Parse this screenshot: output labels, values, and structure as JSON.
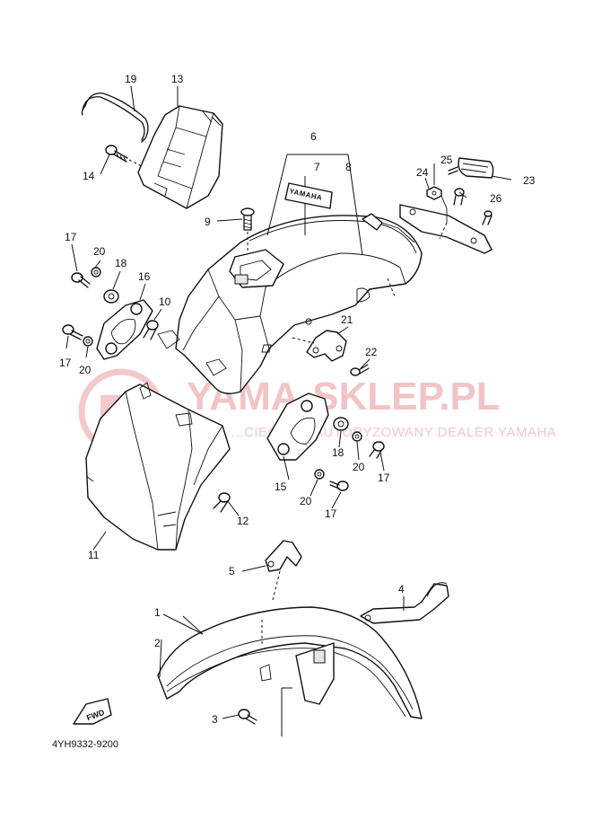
{
  "diagram": {
    "diagram_code": "4YH9332-9200",
    "fwd_label": "FWD",
    "emblem_text": "YAMAHA",
    "watermark": {
      "brand": "YAMA-SKLEP.PL",
      "subtitle": "AUTORYZOWANY DEALER YAMAHA",
      "subtitle_prefix": "...CIECH...",
      "color": "#f2c4c6"
    },
    "callouts": {
      "c1": "1",
      "c2": "2",
      "c3": "3",
      "c4": "4",
      "c5": "5",
      "c6": "6",
      "c7": "7",
      "c8": "8",
      "c9": "9",
      "c10": "10",
      "c11": "11",
      "c12": "12",
      "c13": "13",
      "c14": "14",
      "c15": "15",
      "c16": "16",
      "c17a": "17",
      "c17b": "17",
      "c17c": "17",
      "c17d": "17",
      "c18a": "18",
      "c18b": "18",
      "c19": "19",
      "c20a": "20",
      "c20b": "20",
      "c20c": "20",
      "c20d": "20",
      "c21": "21",
      "c22": "22",
      "c23": "23",
      "c24": "24",
      "c25": "25",
      "c26": "26"
    }
  }
}
